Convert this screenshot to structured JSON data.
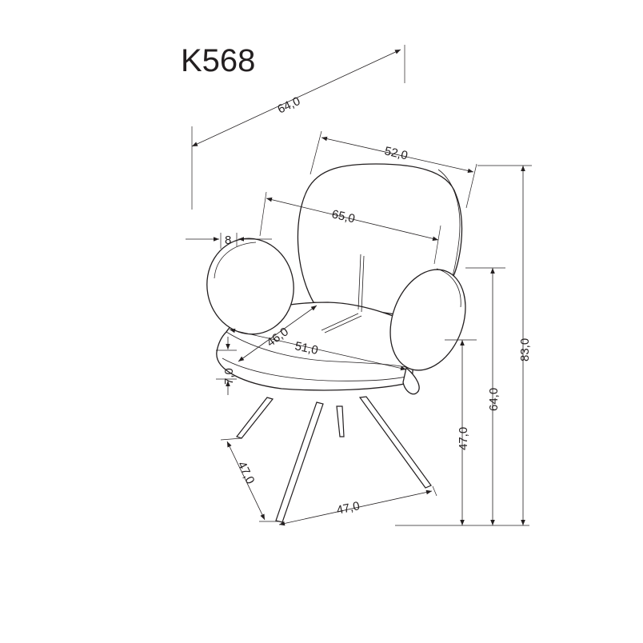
{
  "model": "K568",
  "dimensions": {
    "overall_width": "64,0",
    "backrest_width": "52,0",
    "inner_width": "65,0",
    "armrest_width": "8",
    "seat_depth": "46,0",
    "seat_width": "51,0",
    "seat_thickness": "7,0",
    "base_depth": "47,0",
    "base_width": "47,0",
    "seat_height": "47,0",
    "armrest_height": "64,0",
    "total_height": "83,0"
  }
}
